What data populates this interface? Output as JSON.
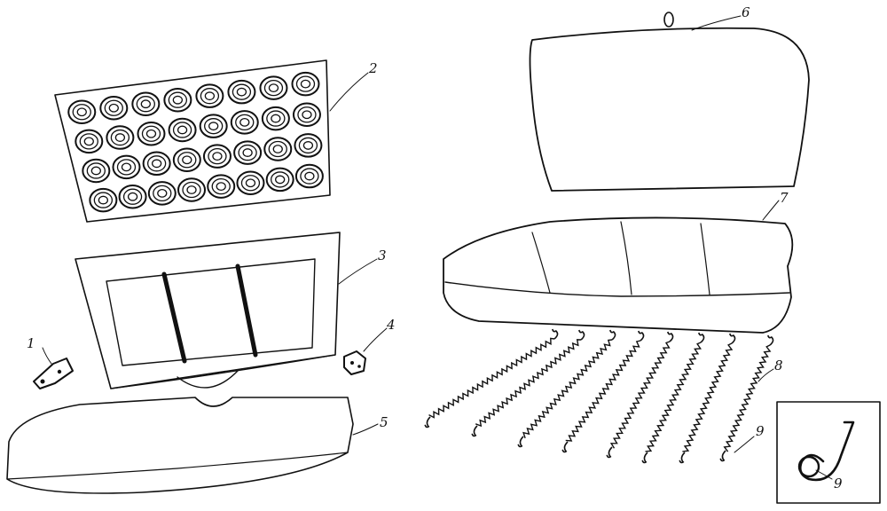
{
  "callouts": [
    {
      "id": "1",
      "text": "1"
    },
    {
      "id": "2",
      "text": "2"
    },
    {
      "id": "3",
      "text": "3"
    },
    {
      "id": "4",
      "text": "4"
    },
    {
      "id": "5",
      "text": "5"
    },
    {
      "id": "6",
      "text": "6"
    },
    {
      "id": "7",
      "text": "7"
    },
    {
      "id": "8",
      "text": "8"
    },
    {
      "id": "9",
      "text": "9"
    },
    {
      "id": "9-inset",
      "text": "9"
    }
  ],
  "colors": {
    "ink": "#111111",
    "paper": "#ffffff"
  }
}
